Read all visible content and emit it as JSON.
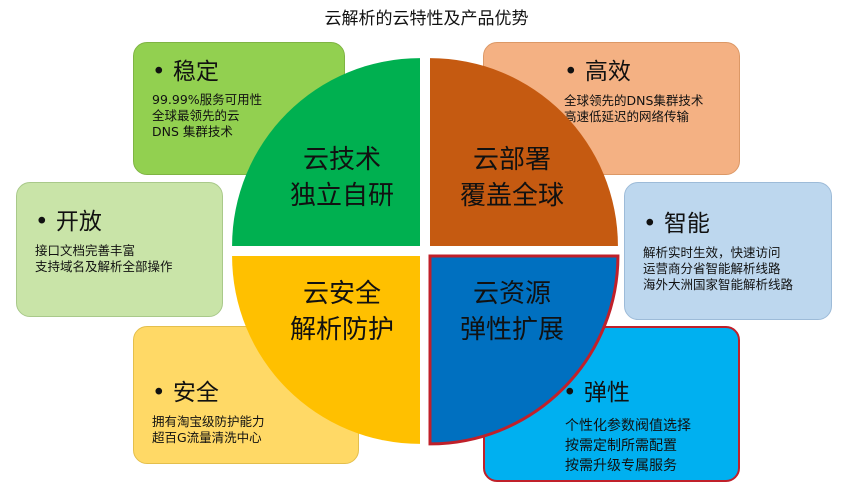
{
  "title": "云解析的云特性及产品优势",
  "cards": {
    "stable": {
      "head": "• 稳定",
      "lines": [
        "99.99%服务可用性",
        "全球最领先的云",
        "DNS 集群技术"
      ]
    },
    "open": {
      "head": "• 开放",
      "lines": [
        "接口文档完善丰富",
        "支持域名及解析全部操作"
      ]
    },
    "secure": {
      "head": "• 安全",
      "lines": [
        "拥有淘宝级防护能力",
        "超百G流量清洗中心"
      ]
    },
    "eff": {
      "head": "• 高效",
      "lines": [
        "全球领先的DNS集群技术",
        "高速低延迟的网络传输"
      ]
    },
    "smart": {
      "head": "• 智能",
      "lines": [
        "解析实时生效，快速访问",
        "运营商分省智能解析线路",
        "海外大洲国家智能解析线路"
      ]
    },
    "elastic": {
      "head": "• 弹性",
      "lines": [
        "个性化参数阀值选择",
        "按需定制所需配置",
        "按需升级专属服务"
      ]
    }
  },
  "quadrants": {
    "tl": {
      "lines": [
        "云技术",
        "独立自研"
      ],
      "color": "#00B050"
    },
    "tr": {
      "lines": [
        "云部署",
        "覆盖全球"
      ],
      "color": "#C55A11"
    },
    "bl": {
      "lines": [
        "云安全",
        "解析防护"
      ],
      "color": "#FFC000"
    },
    "br": {
      "lines": [
        "云资源",
        "弹性扩展"
      ],
      "color": "#0070C0"
    }
  },
  "colors": {
    "highlight_border": "#C0202A"
  }
}
